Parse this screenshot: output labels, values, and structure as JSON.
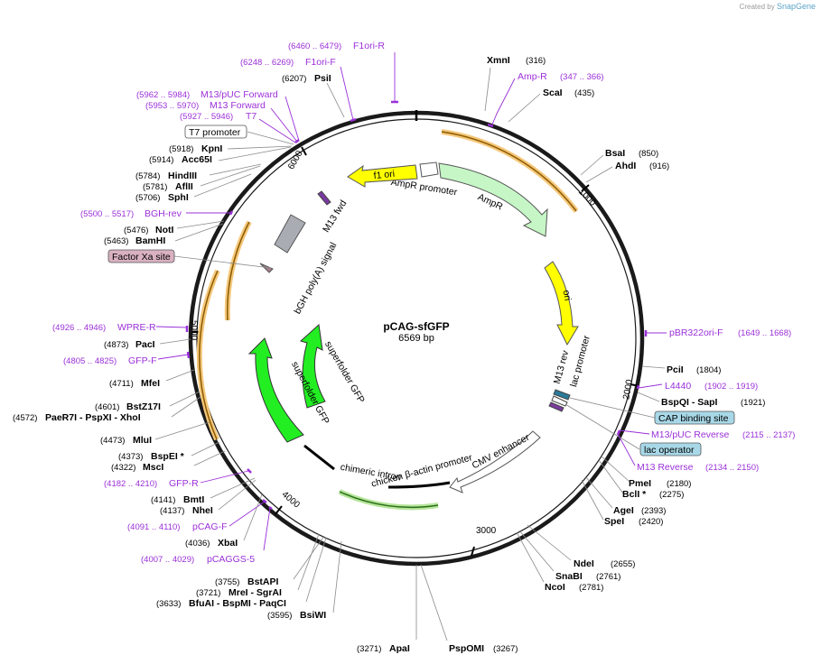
{
  "brand": {
    "created_by": "Created by",
    "name": "SnapGene"
  },
  "map": {
    "title": "pCAG-sfGFP",
    "length": "6569 bp"
  },
  "ticks": [
    "1000",
    "2000",
    "3000",
    "4000",
    "5000",
    "6000"
  ],
  "features": {
    "f1_ori": "f1 ori",
    "ampr_promoter": "AmpR promoter",
    "ampr": "AmpR",
    "ori": "ori",
    "m13_rev": "M13 rev",
    "lac_promoter": "lac promoter",
    "cmv_enhancer": "CMV enhancer",
    "chicken_actin": "chicken β-actin promoter",
    "chimeric_intron": "chimeric intron",
    "sfgfp_outer": "superfolder GFP",
    "sfgfp_inner": "superfolder GFP",
    "bgh": "bGH poly(A) signal",
    "m13_fwd": "M13 fwd"
  },
  "boxed": {
    "t7_promoter": "T7 promoter",
    "factor_xa": "Factor Xa site",
    "cap_site": "CAP binding site",
    "lac_operator": "lac operator"
  },
  "colors": {
    "backbone": "#1a1a1a",
    "primer": "#9b30d9",
    "ampr": "#c6f6c6",
    "ori": "#ffff00",
    "f1_ori": "#ffff00",
    "gfp": "#22ee22",
    "bgh": "#a9adb3",
    "orange_band": "#f5c77a",
    "cap_box": "#a8d8e8",
    "factor_box": "#d9b1c1",
    "intron": "#b6e59a"
  },
  "right_labels": [
    {
      "name": "XmnI",
      "num": "(316)"
    },
    {
      "name": "Amp-R",
      "num": "(347 .. 366)",
      "primer": true
    },
    {
      "name": "ScaI",
      "num": "(435)"
    },
    {
      "name": "BsaI",
      "num": "(850)"
    },
    {
      "name": "AhdI",
      "num": "(916)"
    },
    {
      "name": "pBR322ori-F",
      "num": "(1649 .. 1668)",
      "primer": true
    },
    {
      "name": "PciI",
      "num": "(1804)"
    },
    {
      "name": "L4440",
      "num": "(1902 .. 1919)",
      "primer": true
    },
    {
      "name": "BspQI - SapI",
      "num": "(1921)"
    },
    {
      "name": "M13/pUC Reverse",
      "num": "(2115 .. 2137)",
      "primer": true
    },
    {
      "name": "M13 Reverse",
      "num": "(2134 .. 2150)",
      "primer": true
    },
    {
      "name": "PmeI",
      "num": "(2180)"
    },
    {
      "name": "BclI *",
      "num": "(2275)"
    },
    {
      "name": "AgeI",
      "num": "(2393)"
    },
    {
      "name": "SpeI",
      "num": "(2420)"
    },
    {
      "name": "NdeI",
      "num": "(2655)"
    },
    {
      "name": "SnaBI",
      "num": "(2761)"
    },
    {
      "name": "NcoI",
      "num": "(2781)"
    },
    {
      "name": "PspOMI",
      "num": "(3267)"
    }
  ],
  "left_labels": [
    {
      "name": "F1ori-R",
      "num": "(6460 .. 6479)",
      "primer": true
    },
    {
      "name": "F1ori-F",
      "num": "(6248 .. 6269)",
      "primer": true
    },
    {
      "name": "PsiI",
      "num": "(6207)"
    },
    {
      "name": "M13/pUC Forward",
      "num": "(5962 .. 5984)",
      "primer": true
    },
    {
      "name": "M13 Forward",
      "num": "(5953 .. 5970)",
      "primer": true
    },
    {
      "name": "T7",
      "num": "(5927 .. 5946)",
      "primer": true
    },
    {
      "name": "KpnI",
      "num": "(5918)"
    },
    {
      "name": "Acc65I",
      "num": "(5914)"
    },
    {
      "name": "HindIII",
      "num": "(5784)"
    },
    {
      "name": "AflII",
      "num": "(5781)"
    },
    {
      "name": "SphI",
      "num": "(5706)"
    },
    {
      "name": "BGH-rev",
      "num": "(5500 .. 5517)",
      "primer": true
    },
    {
      "name": "NotI",
      "num": "(5476)"
    },
    {
      "name": "BamHI",
      "num": "(5463)"
    },
    {
      "name": "WPRE-R",
      "num": "(4926 .. 4946)",
      "primer": true
    },
    {
      "name": "PacI",
      "num": "(4873)"
    },
    {
      "name": "GFP-F",
      "num": "(4805 .. 4825)",
      "primer": true
    },
    {
      "name": "MfeI",
      "num": "(4711)"
    },
    {
      "name": "BstZ17I",
      "num": "(4601)"
    },
    {
      "name": "PaeR7I - PspXI - XhoI",
      "num": "(4572)"
    },
    {
      "name": "MluI",
      "num": "(4473)"
    },
    {
      "name": "BspEI *",
      "num": "(4373)"
    },
    {
      "name": "MscI",
      "num": "(4322)"
    },
    {
      "name": "GFP-R",
      "num": "(4182 .. 4210)",
      "primer": true
    },
    {
      "name": "BmtI",
      "num": "(4141)"
    },
    {
      "name": "NheI",
      "num": "(4137)"
    },
    {
      "name": "pCAG-F",
      "num": "(4091 .. 4110)",
      "primer": true
    },
    {
      "name": "XbaI",
      "num": "(4036)"
    },
    {
      "name": "pCAGGS-5",
      "num": "(4007 .. 4029)",
      "primer": true
    },
    {
      "name": "BstAPI",
      "num": "(3755)"
    },
    {
      "name": "MreI - SgrAI",
      "num": "(3721)"
    },
    {
      "name": "BfuAI - BspMI - PaqCI",
      "num": "(3633)"
    },
    {
      "name": "BsiWI",
      "num": "(3595)"
    },
    {
      "name": "ApaI",
      "num": "(3271)"
    }
  ]
}
